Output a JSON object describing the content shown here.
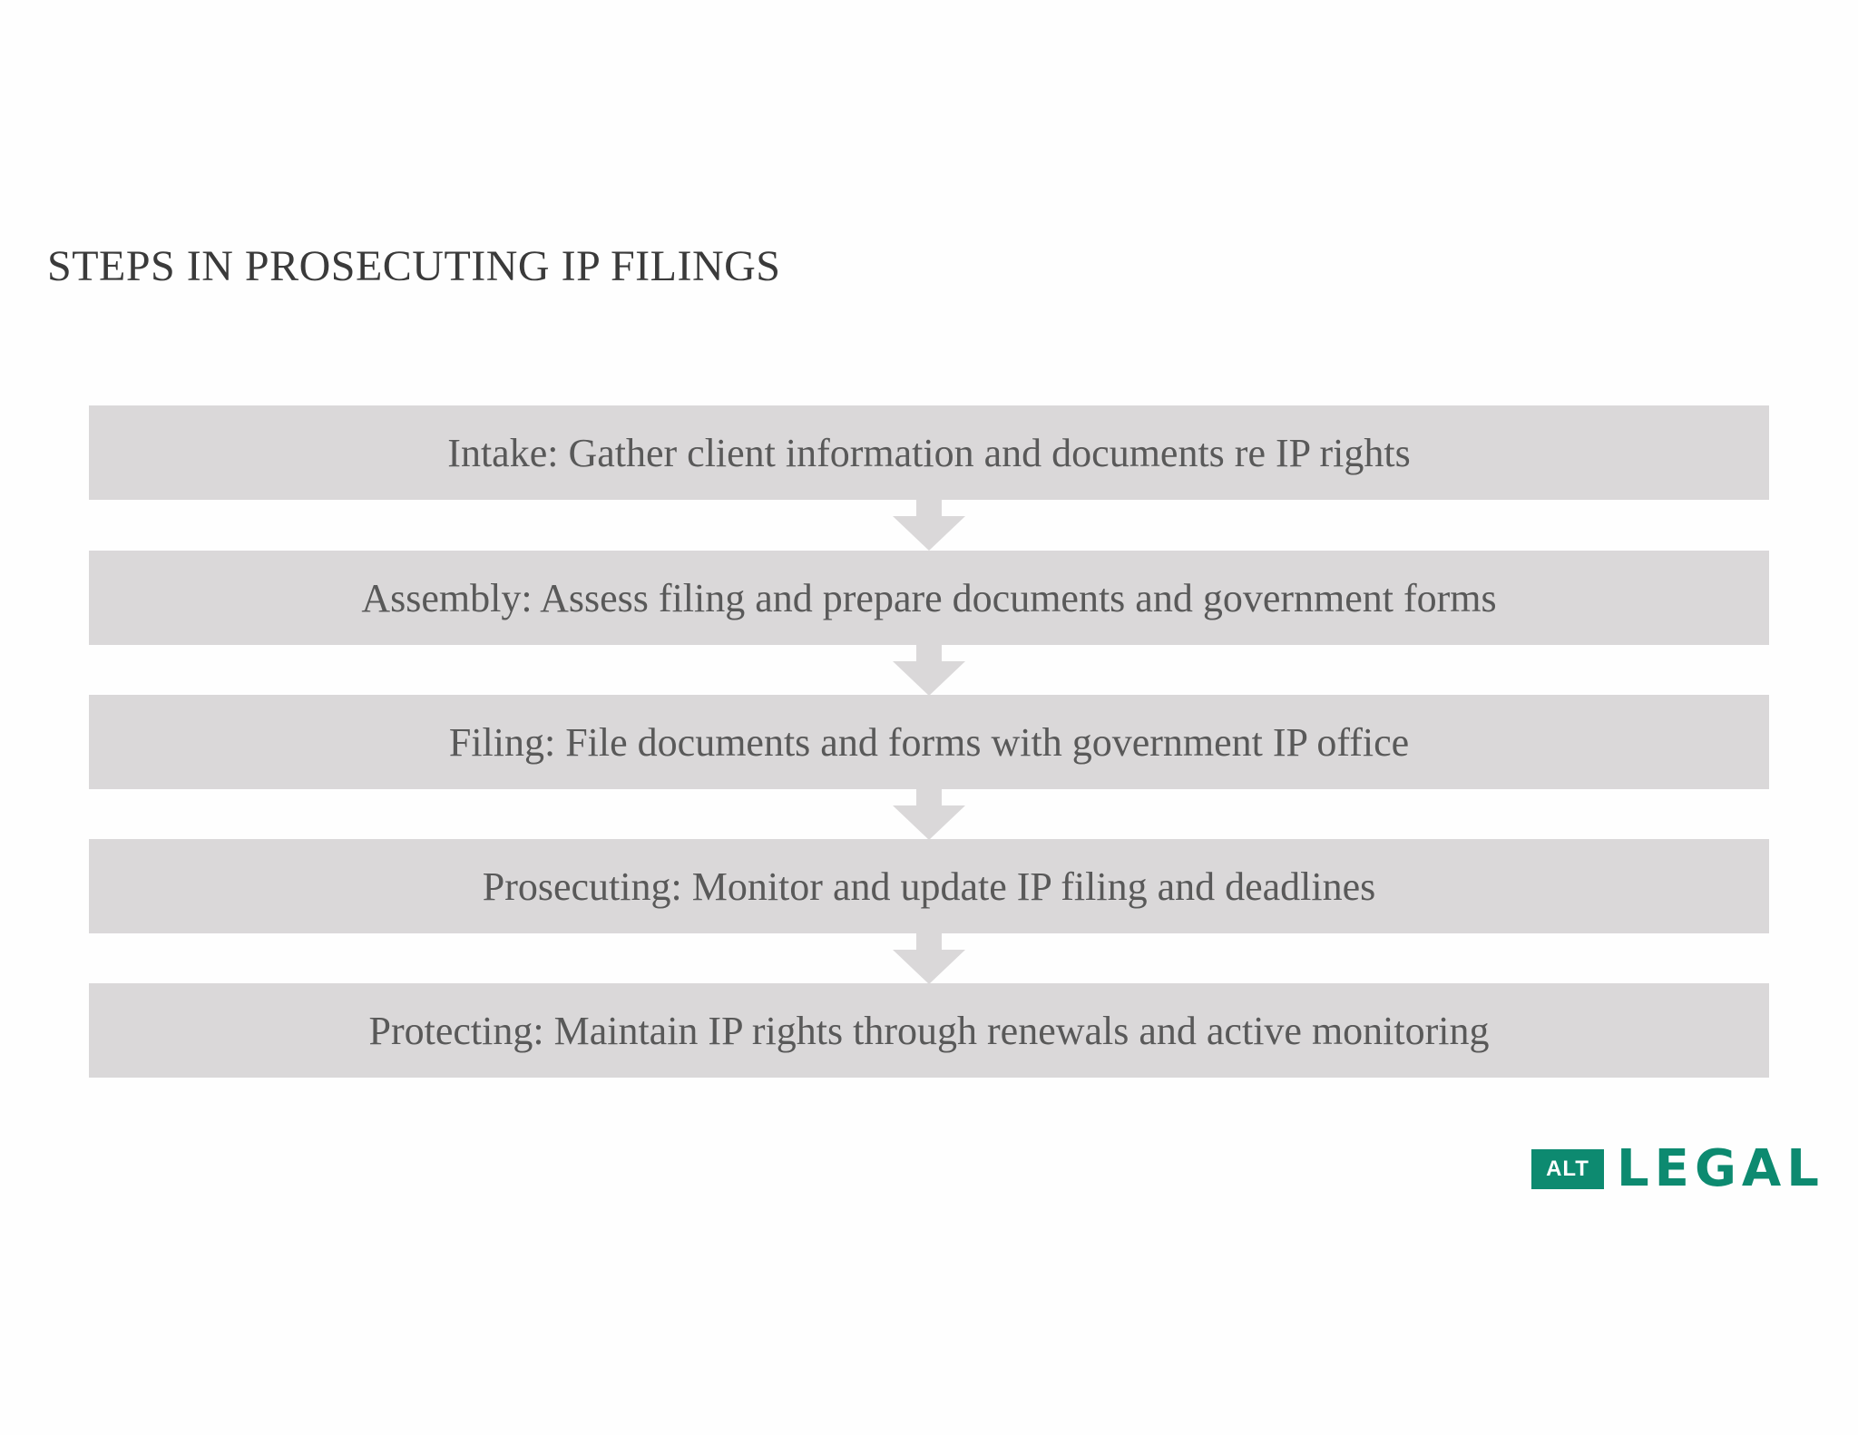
{
  "title": "STEPS IN PROSECUTING IP FILINGS",
  "steps": [
    "Intake: Gather client information and documents re IP rights",
    "Assembly: Assess filing and prepare documents and government  forms",
    "Filing: File documents and forms with government IP office",
    "Prosecuting: Monitor and update IP filing and deadlines",
    "Protecting: Maintain IP rights through renewals and active monitoring"
  ],
  "logo": {
    "badge": "ALT",
    "word": "LEGAL"
  },
  "colors": {
    "box": "#dad8d9",
    "arrow": "#dad8d9",
    "step_text": "#595959",
    "title_text": "#3a3a3a",
    "brand": "#0d8a70"
  }
}
